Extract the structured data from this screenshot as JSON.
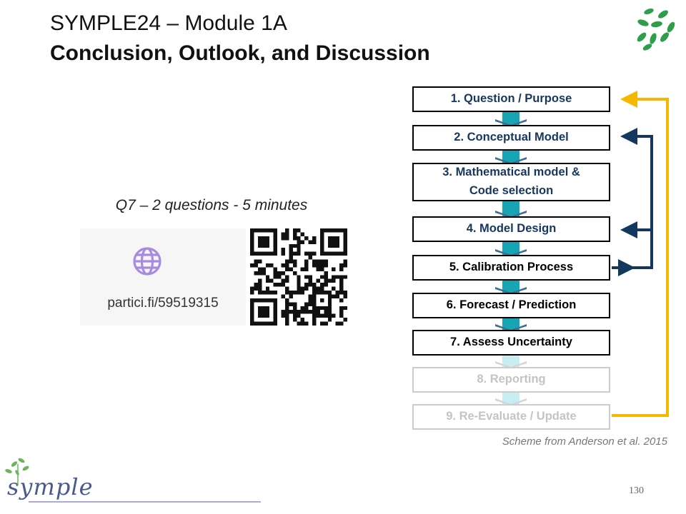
{
  "slide": {
    "title": "SYMPLE24 – Module 1A",
    "subtitle": "Conclusion, Outlook, and Discussion",
    "page_number": "130"
  },
  "quiz": {
    "prompt": "Q7 – 2 questions - 5 minutes",
    "url": "partici.fi/59519315",
    "icon": "globe-icon"
  },
  "workflow": {
    "steps": [
      {
        "label": "1. Question  / Purpose",
        "state": "active"
      },
      {
        "label": "2. Conceptual  Model",
        "state": "active"
      },
      {
        "label": "3. Mathematical model &",
        "label2": "Code selection",
        "state": "active"
      },
      {
        "label": "4. Model Design",
        "state": "active"
      },
      {
        "label": "5. Calibration  Process",
        "state": "active"
      },
      {
        "label": "6. Forecast / Prediction",
        "state": "active"
      },
      {
        "label": "7. Assess Uncertainty",
        "state": "active"
      },
      {
        "label": "8. Reporting",
        "state": "faded"
      },
      {
        "label": "9. Re-Evaluate  / Update",
        "state": "faded"
      }
    ],
    "citation": "Scheme from Anderson et al. 2015",
    "colors": {
      "connector": "#17a5b5",
      "navy_loop": "#14375e",
      "gold_loop": "#f5b800",
      "faded": "#cccccc"
    }
  },
  "brand": {
    "logo_text": "symple"
  }
}
